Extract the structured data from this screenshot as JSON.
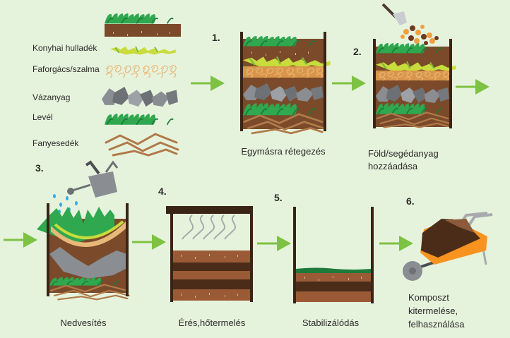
{
  "legend": {
    "items": [
      {
        "label": "Konyhai hulladék"
      },
      {
        "label": "Faforgács/szalma"
      },
      {
        "label": "Vázanyag"
      },
      {
        "label": "Levél"
      },
      {
        "label": "Fanyesedék"
      }
    ]
  },
  "steps": [
    {
      "number": "1.",
      "caption": [
        "Egymásra rétegezés"
      ]
    },
    {
      "number": "2.",
      "caption": [
        "Föld/segédanyag",
        "hozzáadása"
      ]
    },
    {
      "number": "3.",
      "caption": [
        "Nedvesítés"
      ]
    },
    {
      "number": "4.",
      "caption": [
        "Érés,hőtermelés"
      ]
    },
    {
      "number": "5.",
      "caption": [
        "Stabilizálódás"
      ]
    },
    {
      "number": "6.",
      "caption": [
        "Komposzt",
        "kitermelése,",
        "felhasználása"
      ]
    }
  ],
  "colors": {
    "background": "#e6f3dc",
    "arrow": "#7dc242",
    "soil": "#7a4a2a",
    "dark_soil": "#4a2c18",
    "leaf": "#2fa84f",
    "kitchen": "#c8dc3c",
    "straw": "#e8b878",
    "stone": "#8a8d92",
    "branch": "#b07a4a",
    "post": "#3a2416",
    "wheelbarrow": "#f7931e"
  }
}
